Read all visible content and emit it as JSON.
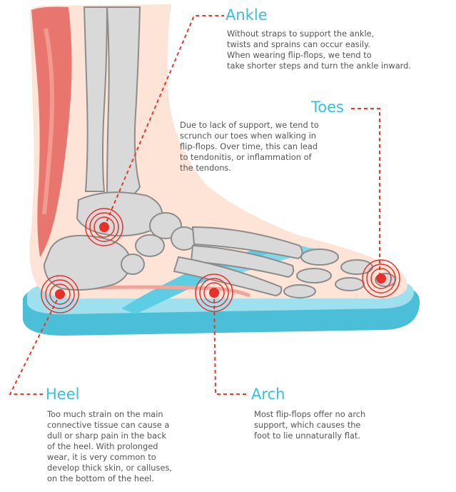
{
  "colors": {
    "label": "#39c0d8",
    "body_text": "#555555",
    "leader_line": "#e83a2c",
    "pain_marker": "#e8302a",
    "skin": "#fde4d6",
    "bone": "#d9d9d9",
    "muscle": "#e8756e",
    "sandal": "#6fcfe2"
  },
  "illustration": {
    "subject": "foot-skeleton-on-flip-flop"
  },
  "annotations": {
    "ankle": {
      "label": "Ankle",
      "lines": [
        "Without straps to support the ankle,",
        "twists and sprains can occur easily.",
        "When wearing flip-flops, we tend to",
        "take shorter steps and turn the ankle inward."
      ]
    },
    "toes": {
      "label": "Toes",
      "lines": [
        "Due to lack of support, we tend to",
        "scrunch our toes when walking in",
        "flip-flops. Over time, this can lead",
        "to tendonitis, or inflammation of",
        "the tendons."
      ]
    },
    "heel": {
      "label": "Heel",
      "lines": [
        "Too much strain on the main",
        "connective tissue can cause a",
        "dull or sharp pain in the back",
        "of the heel. With prolonged",
        "wear, it is very common to",
        "develop thick skin, or calluses,",
        "on the bottom of the heel."
      ]
    },
    "arch": {
      "label": "Arch",
      "lines": [
        "Most flip-flops offer no arch",
        "support, which causes the",
        "foot to lie unnaturally flat."
      ]
    }
  }
}
